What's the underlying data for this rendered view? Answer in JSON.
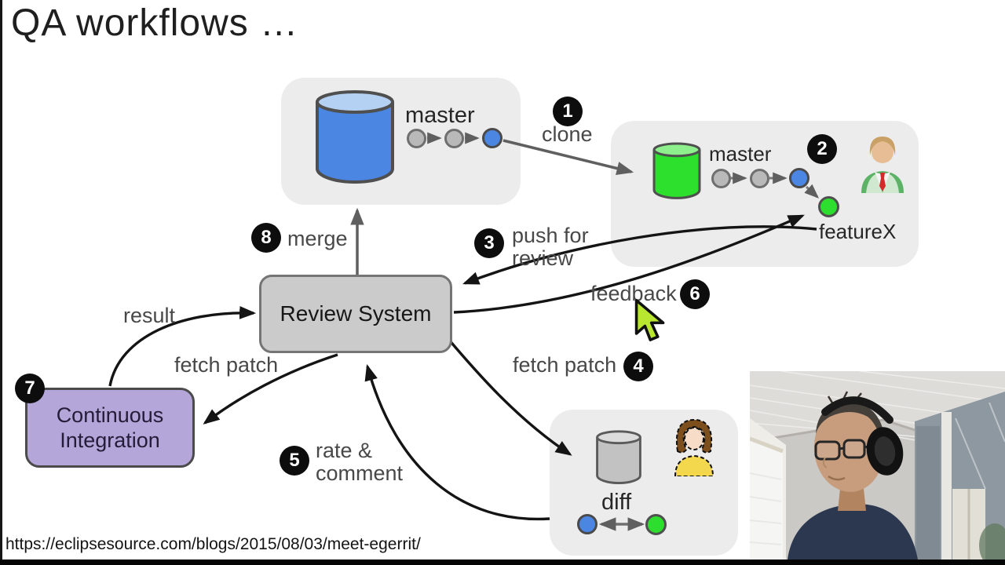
{
  "title": "QA workflows …",
  "footer_url": "https://eclipsesource.com/blogs/2015/08/03/meet-egerrit/",
  "diagram": {
    "origin_repo": {
      "branch": "master"
    },
    "working_repo": {
      "branch": "master",
      "feature": "featureX"
    },
    "review_system_label": "Review System",
    "ci_label_line1": "Continuous",
    "ci_label_line2": "Integration",
    "diff_label": "diff",
    "badges": {
      "n1": "1",
      "n2": "2",
      "n3": "3",
      "n4": "4",
      "n5": "5",
      "n6": "6",
      "n7": "7",
      "n8": "8"
    },
    "labels": {
      "clone": "clone",
      "merge": "merge",
      "push_line1": "push for",
      "push_line2": "review",
      "feedback": "feedback",
      "fetch_patch_right": "fetch patch",
      "fetch_patch_left": "fetch patch",
      "result": "result",
      "rate_line1": "rate &",
      "rate_line2": "comment"
    },
    "colors": {
      "commit_blue": "#4b86e2",
      "commit_gray": "#b9b9b9",
      "branch_green": "#2ede2e",
      "repo_box_gray": "#ececec",
      "review_box_fill": "#cbcbcb",
      "ci_purple": "#b4a6d8",
      "badge_black": "#0d0d0d",
      "cursor_green": "#b9e630"
    }
  }
}
